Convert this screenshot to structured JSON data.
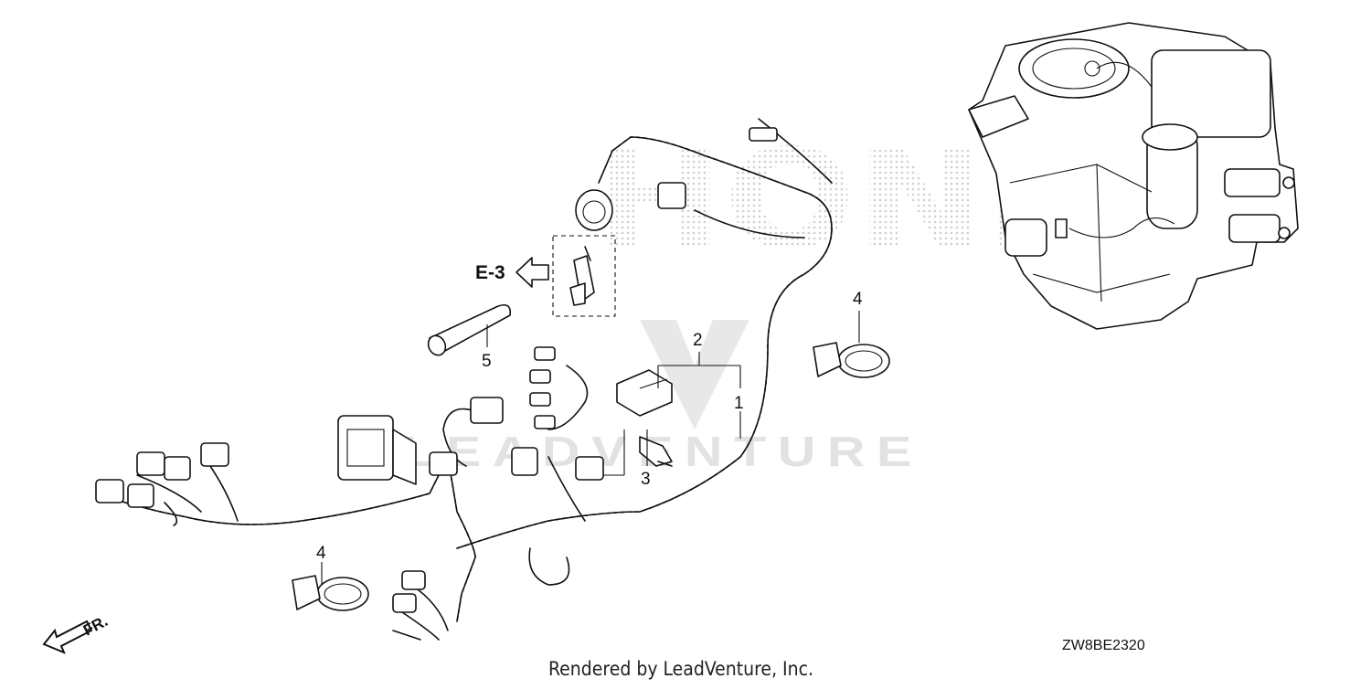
{
  "diagram": {
    "part_callouts": [
      "1",
      "2",
      "3",
      "4",
      "4",
      "5"
    ],
    "section_reference": "E-3",
    "direction_label": "FR.",
    "drawing_code": "ZW8BE2320",
    "credit": "Rendered by LeadVenture, Inc.",
    "watermark_text": "LEADVENTURE"
  },
  "colors": {
    "line": "#111111",
    "background": "#ffffff",
    "watermark": "#d8d8d8"
  }
}
